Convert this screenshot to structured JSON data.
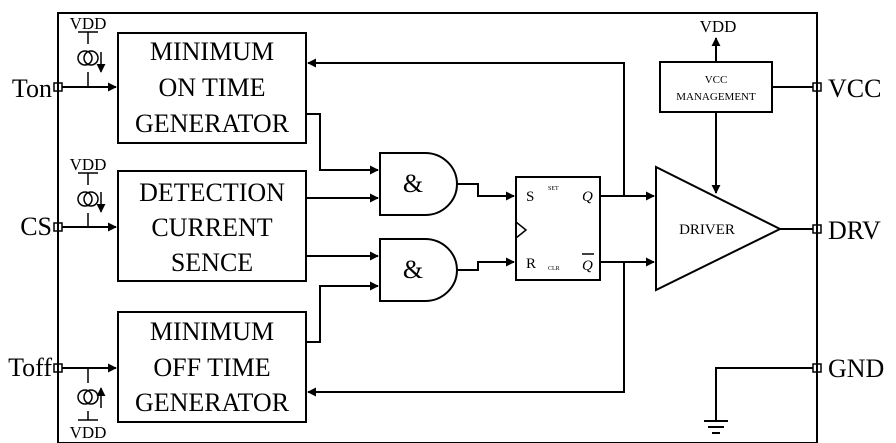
{
  "blocks": {
    "min_on": [
      "MINIMUM",
      "ON TIME",
      "GENERATOR"
    ],
    "detect": [
      "DETECTION",
      "CURRENT",
      "SENCE"
    ],
    "min_off": [
      "MINIMUM",
      "OFF TIME",
      "GENERATOR"
    ],
    "vcc_mgmt": [
      "VCC",
      "MANAGEMENT"
    ],
    "driver": "DRIVER"
  },
  "gates": {
    "and_symbol": "&"
  },
  "flipflop": {
    "s": "S",
    "r": "R",
    "q": "Q",
    "qbar": "Q",
    "set": "SET",
    "clr": "CLR"
  },
  "pins": {
    "ton": "Ton",
    "cs": "CS",
    "toff": "Toff",
    "vcc": "VCC",
    "drv": "DRV",
    "gnd": "GND"
  },
  "supplies": {
    "vdd": "VDD"
  }
}
